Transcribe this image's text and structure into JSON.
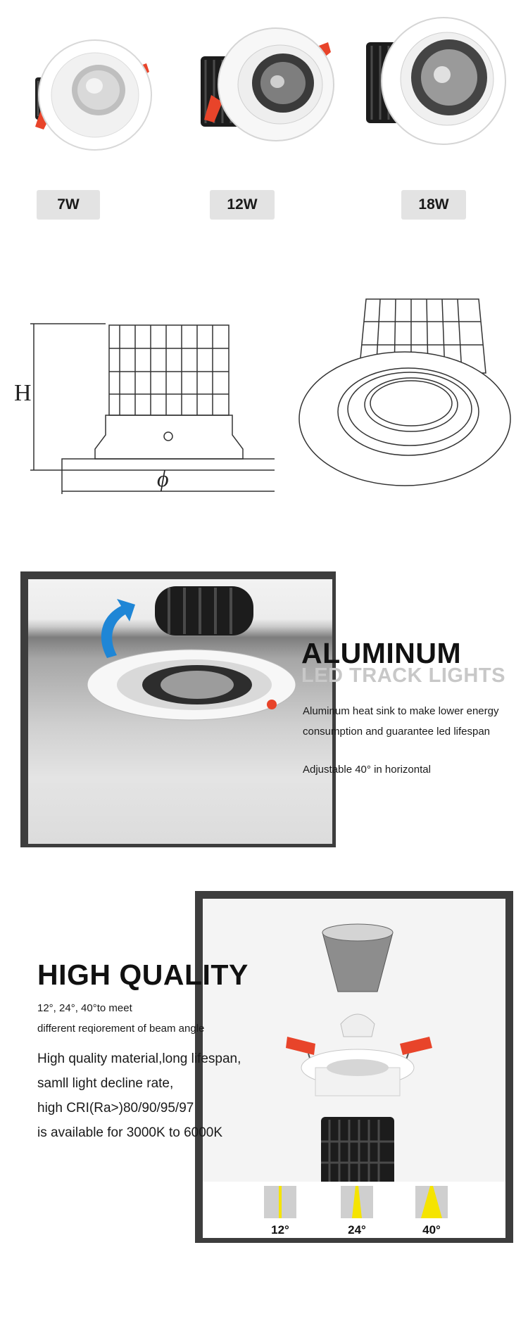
{
  "products": [
    {
      "watt": "7W"
    },
    {
      "watt": "12W"
    },
    {
      "watt": "18W"
    }
  ],
  "dimensions": {
    "height_symbol": "H",
    "diameter_symbol": "ϕ"
  },
  "aluminum": {
    "title": "ALUMINUM",
    "subtitle": "LED TRACK LIGHTS",
    "line1": "Aluminum heat sink to make lower energy",
    "line2": "consumption and guarantee led lifespan",
    "line3": "Adjustable 40° in horizontal"
  },
  "high_quality": {
    "title": "HIGH QUALITY",
    "small1": "12°, 24°, 40°to meet",
    "small2": "different reqiorement of beam angle",
    "body1": "High quality material,long lifespan,",
    "body2": "samll light decline rate,",
    "body3": "high CRI(Ra>)80/90/95/97",
    "body4": "is available for 3000K to 6000K"
  },
  "beam_angles": [
    {
      "label": "12°"
    },
    {
      "label": "24°"
    },
    {
      "label": "40°"
    }
  ],
  "colors": {
    "accent_clip": "#e8442a",
    "beam": "#f5e400",
    "frame": "#3d3d3d"
  }
}
